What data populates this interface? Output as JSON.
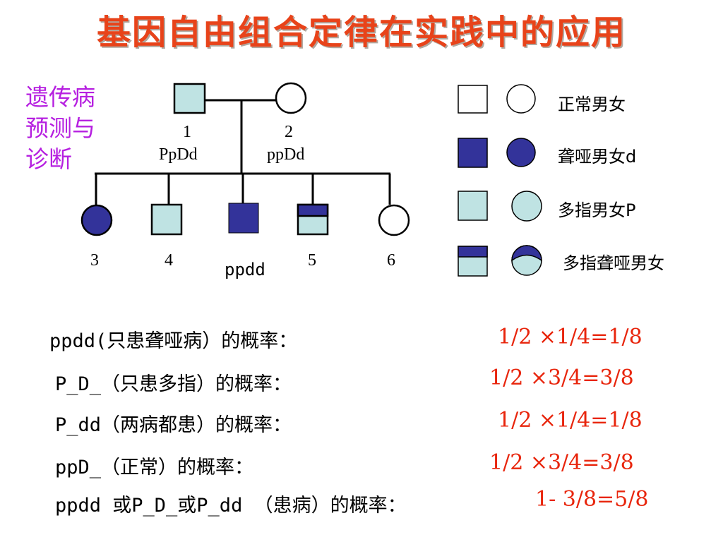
{
  "title": "基因自由组合定律在实践中的应用",
  "side_title": [
    "遗传病",
    "预测与",
    "诊断"
  ],
  "pedigree": {
    "num_1": "1",
    "num_2": "2",
    "geno_1": "PpDd",
    "geno_2": "ppDd",
    "num_3": "3",
    "num_4": "4",
    "num_5": "5",
    "num_6": "6",
    "geno_mid": "ppdd"
  },
  "legend": {
    "normal": "正常男女",
    "deafmute": "聋哑男女d",
    "polydactyly": "多指男女P",
    "both": "多指聋哑男女"
  },
  "rows": [
    {
      "label": "ppdd(只患聋哑病）的概率：",
      "answer": "1/2 ×1/4=1/8"
    },
    {
      "label": "P_D_（只患多指）的概率：",
      "answer": "1/2 ×3/4=3/8"
    },
    {
      "label": "P_dd（两病都患）的概率：",
      "answer": "1/2 ×1/4=1/8"
    },
    {
      "label": "ppD_（正常）的概率：",
      "answer": "1/2 ×3/4=3/8"
    },
    {
      "label": "ppdd 或P_D_或P_dd （患病）的概率：",
      "answer": "1- 3/8=5/8"
    }
  ],
  "colors": {
    "affected_dark": "#33339a",
    "affected_light": "#bfe3e3",
    "title": "#e8431a",
    "side_title": "#b620e0",
    "answer": "#e8250c"
  }
}
